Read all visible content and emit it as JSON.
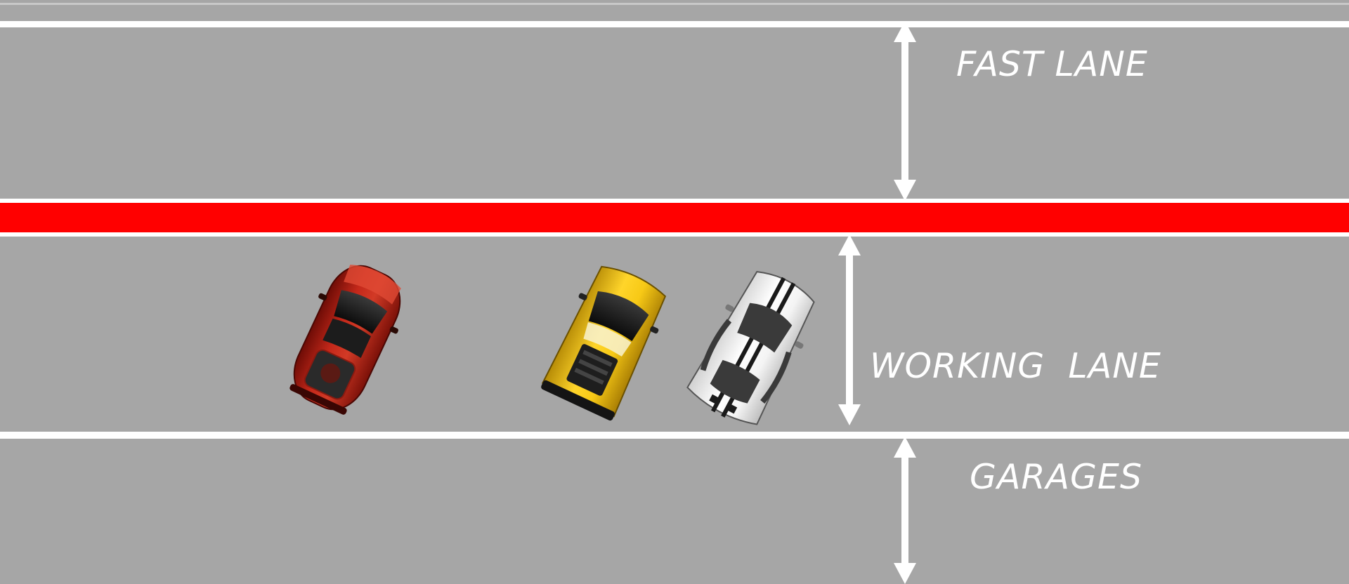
{
  "lanes": {
    "fast_lane": "FAST LANE",
    "working_lane": "WORKING  LANE",
    "garages": "GARAGES"
  },
  "colors": {
    "asphalt": "#a6a6a6",
    "line": "#ffffff",
    "pit_line": "#ff0000",
    "car_red": "#b31c12",
    "car_yellow": "#f2c21a",
    "car_white": "#ffffff"
  },
  "icons": {
    "arrows": "double-headed-vertical-arrow",
    "cars": [
      "red-car",
      "yellow-car",
      "white-car"
    ]
  }
}
